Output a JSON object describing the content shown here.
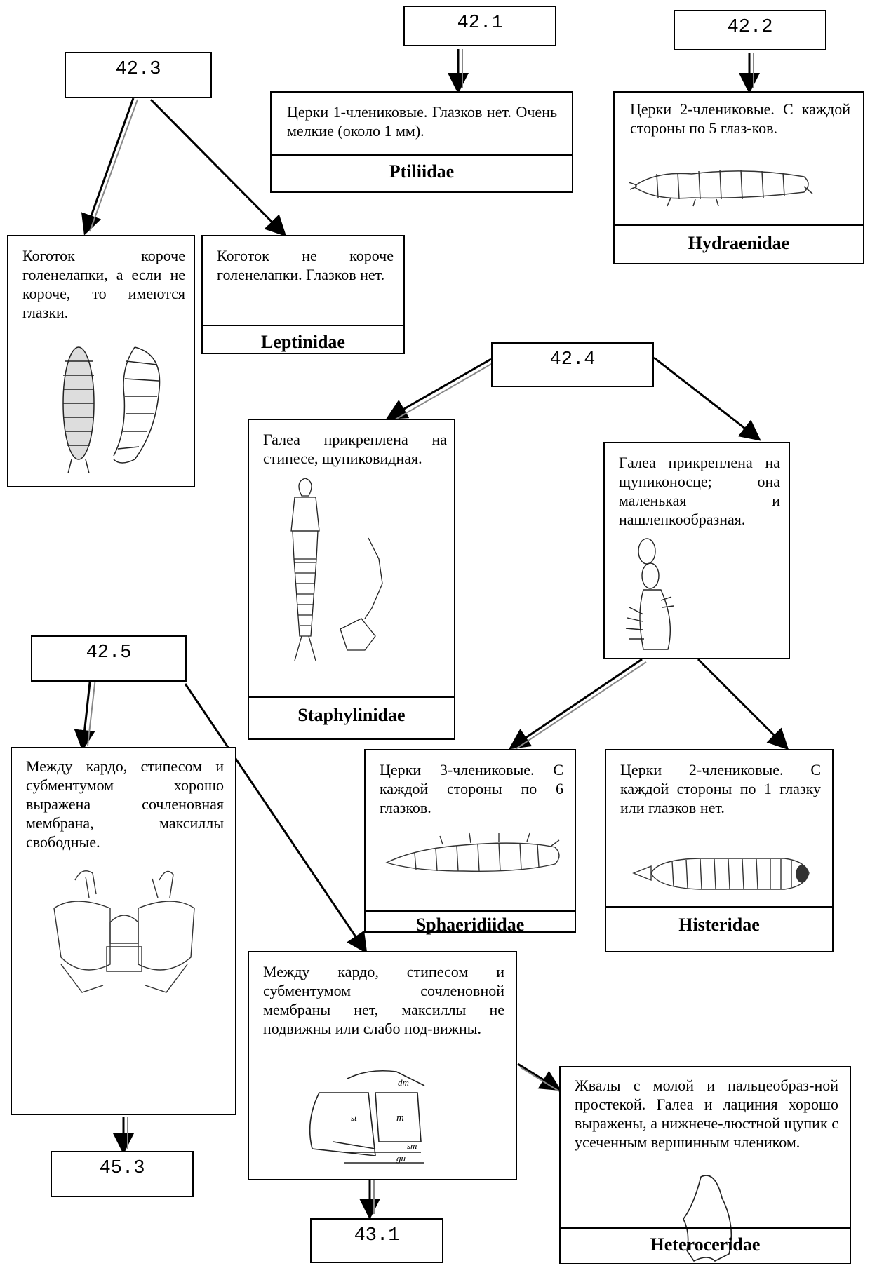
{
  "nodes": {
    "n42_1": "42.1",
    "n42_2": "42.2",
    "n42_3": "42.3",
    "n42_4": "42.4",
    "n42_5": "42.5",
    "n45_3": "45.3",
    "n43_1": "43.1"
  },
  "boxes": {
    "ptiliidae": {
      "text": "Церки 1-члениковые. Глазков нет. Очень мелкие (около 1 мм).",
      "family": "Ptiliidae"
    },
    "hydraenidae": {
      "text": "Церки 2-члениковые. С каждой стороны по 5 глаз-ков.",
      "family": "Hydraenidae"
    },
    "claw_short": {
      "text": "Коготок короче голенелапки, а если не короче, то имеются глазки."
    },
    "leptinidae": {
      "text": "Коготок не короче голенелапки. Глазков нет.",
      "family": "Leptinidae"
    },
    "staphylinidae": {
      "text": "Галеа прикреплена на стипесе, щупиковидная.",
      "family": "Staphylinidae"
    },
    "galea_palpifer": {
      "text": "Галеа прикреплена на щупиконосце; она маленькая и нашлепкообразная."
    },
    "sphaeridiidae": {
      "text": "Церки 3-члениковые. С каждой стороны по 6 глазков.",
      "family": "Sphaeridiidae"
    },
    "histeridae": {
      "text": "Церки 2-члениковые. С каждой стороны по 1 глазку или глазков нет.",
      "family": "Histeridae"
    },
    "membrane_present": {
      "text": "Между кардо, стипесом и субментумом хорошо выражена сочленовная мембрана, максиллы свободные."
    },
    "membrane_absent": {
      "text": "Между кардо, стипесом и субментумом сочленовной мембраны нет, максиллы не подвижны или слабо под-вижны."
    },
    "heteroceridae": {
      "text": "Жвалы с молой и пальцеобраз-ной простекой. Галеа и лациния хорошо выражены, а нижнече-люстной щупик с усеченным вершинным члеником.",
      "family": "Heteroceridae"
    }
  },
  "figure_labels": {
    "dm": "dm",
    "st": "st",
    "m": "m",
    "sm": "sm",
    "gu": "gu"
  }
}
